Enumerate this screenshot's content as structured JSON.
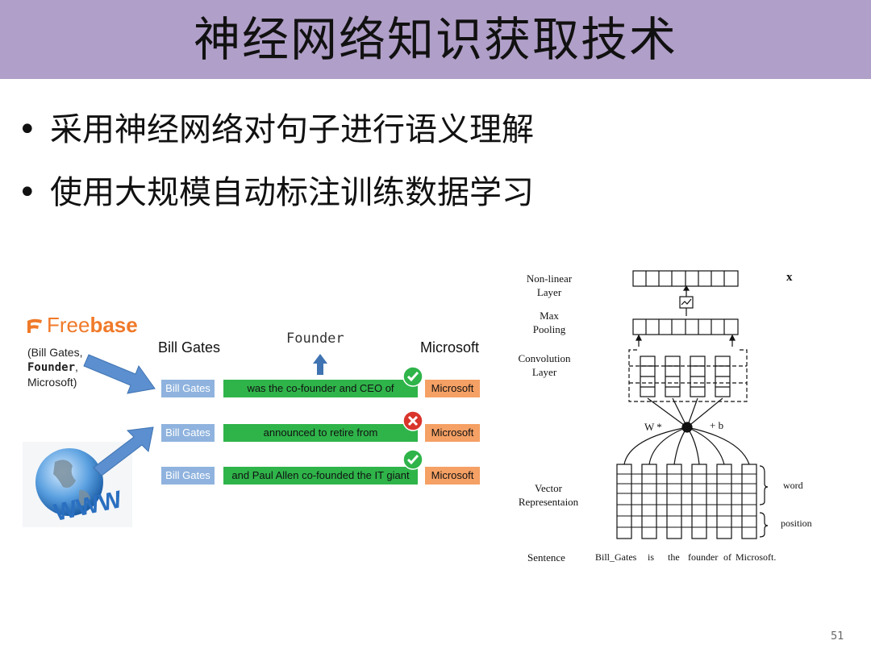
{
  "slide": {
    "title": "神经网络知识获取技术",
    "bullets": [
      "采用神经网络对句子进行语义理解",
      "使用大规模自动标注训练数据学习"
    ],
    "page_number": "51"
  },
  "left_figure": {
    "logo_text": {
      "light": "Free",
      "bold": "base"
    },
    "triple": {
      "line1": "(Bill Gates,",
      "line2": "Founder",
      "line2_suffix": ",",
      "line3": "Microsoft)"
    },
    "head_entity": "Bill Gates",
    "relation": "Founder",
    "tail_entity": "Microsoft",
    "www_text": "WWW",
    "rows": [
      {
        "subject": "Bill Gates",
        "text": "was the co-founder and CEO of",
        "object": "Microsoft",
        "status": "correct"
      },
      {
        "subject": "Bill Gates",
        "text": "announced to retire from",
        "object": "Microsoft",
        "status": "wrong"
      },
      {
        "subject": "Bill Gates",
        "text": "and Paul Allen co-founded the IT giant",
        "object": "Microsoft",
        "status": "correct"
      }
    ],
    "colors": {
      "subject": "#8fb3de",
      "sentence": "#2fb44a",
      "object": "#f5a064",
      "arrow": "#5b8fcf",
      "check": "#2fb44a",
      "cross": "#d9352b"
    }
  },
  "right_figure": {
    "labels": {
      "nonlinear_1": "Non-linear",
      "nonlinear_2": "Layer",
      "maxpool_1": "Max",
      "maxpool_2": "Pooling",
      "conv_1": "Convolution",
      "conv_2": "Layer",
      "vector_1": "Vector",
      "vector_2": "Representaion",
      "sentence": "Sentence",
      "x": "x",
      "w": "W *",
      "b": "+ b",
      "word": "word",
      "position": "position"
    },
    "sentence_words": [
      "Bill_Gates",
      "is",
      "the",
      "founder",
      "of",
      "Microsoft."
    ]
  }
}
